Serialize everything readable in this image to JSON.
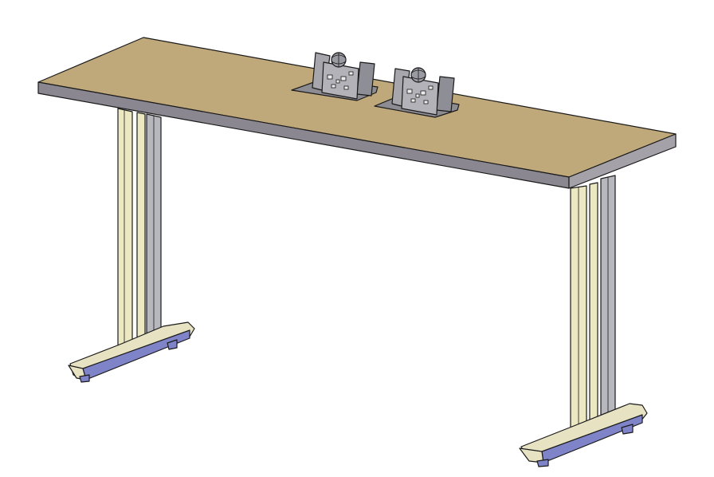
{
  "drawing": {
    "subject": "table-with-two-pop-up-power-modules",
    "colors": {
      "background": "#ffffff",
      "top_surface": "#bfa87a",
      "top_front_edge": "#8a8790",
      "top_side_edge": "#a4a2a8",
      "leg_light": "#ece9c2",
      "leg_grey": "#b7b7be",
      "foot_base": "#e6e2c2",
      "foot_blue": "#7f84c9",
      "module_plate": "#8c8c92",
      "module_body": "#a6a6ac",
      "outline": "#1a1a1a"
    },
    "components": {
      "tabletop": 1,
      "legs": 2,
      "power_modules": 2
    }
  }
}
